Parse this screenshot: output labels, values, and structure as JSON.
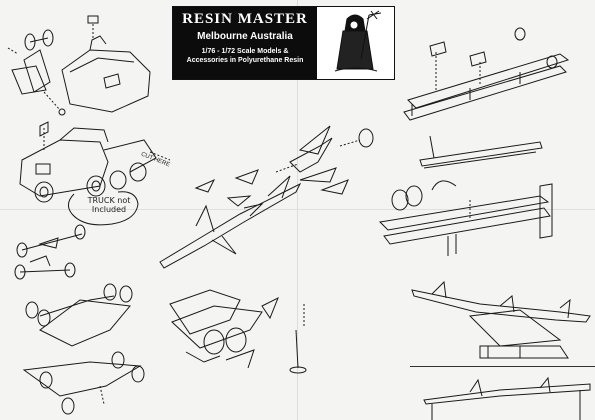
{
  "header": {
    "brand": "RESIN MASTER",
    "location": "Melbourne Australia",
    "tagline_line1": "1/76 - 1/72 Scale Models &",
    "tagline_line2": "Accessories in Polyurethane Resin"
  },
  "annotations": {
    "cut_label": "CUT HERE",
    "truck_note_line1": "TRUCK not",
    "truck_note_line2": "Included"
  },
  "icons": [
    "grim-reaper-mascot-icon"
  ],
  "colors": {
    "ink": "#1a1a1a",
    "paper": "#f4f4f2",
    "banner": "#0c0c0c"
  }
}
